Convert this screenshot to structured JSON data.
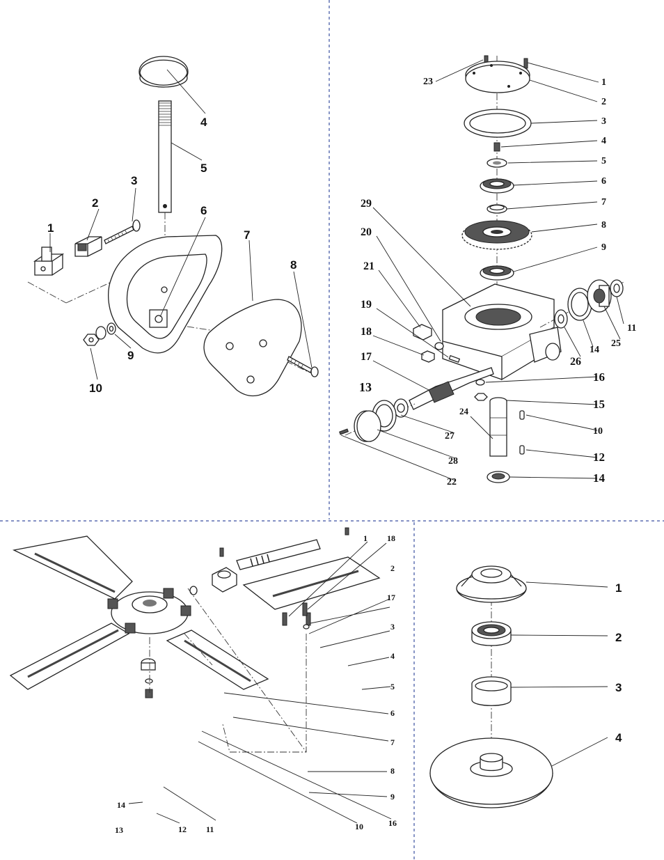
{
  "panels": {
    "top_left": {
      "labels": [
        "1",
        "2",
        "3",
        "4",
        "5",
        "6",
        "7",
        "8",
        "9",
        "10"
      ]
    },
    "top_right": {
      "labels": [
        "23",
        "1",
        "2",
        "3",
        "4",
        "5",
        "6",
        "7",
        "8",
        "9",
        "29",
        "20",
        "21",
        "19",
        "18",
        "17",
        "13",
        "16",
        "15",
        "10",
        "12",
        "14",
        "24",
        "27",
        "28",
        "22",
        "11",
        "25",
        "14",
        "26"
      ]
    },
    "bottom_left": {
      "labels": [
        "1",
        "18",
        "2",
        "17",
        "3",
        "4",
        "5",
        "6",
        "7",
        "8",
        "9",
        "16",
        "10",
        "11",
        "12",
        "13",
        "14"
      ]
    },
    "bottom_right": {
      "labels": [
        "1",
        "2",
        "3",
        "4"
      ]
    }
  }
}
